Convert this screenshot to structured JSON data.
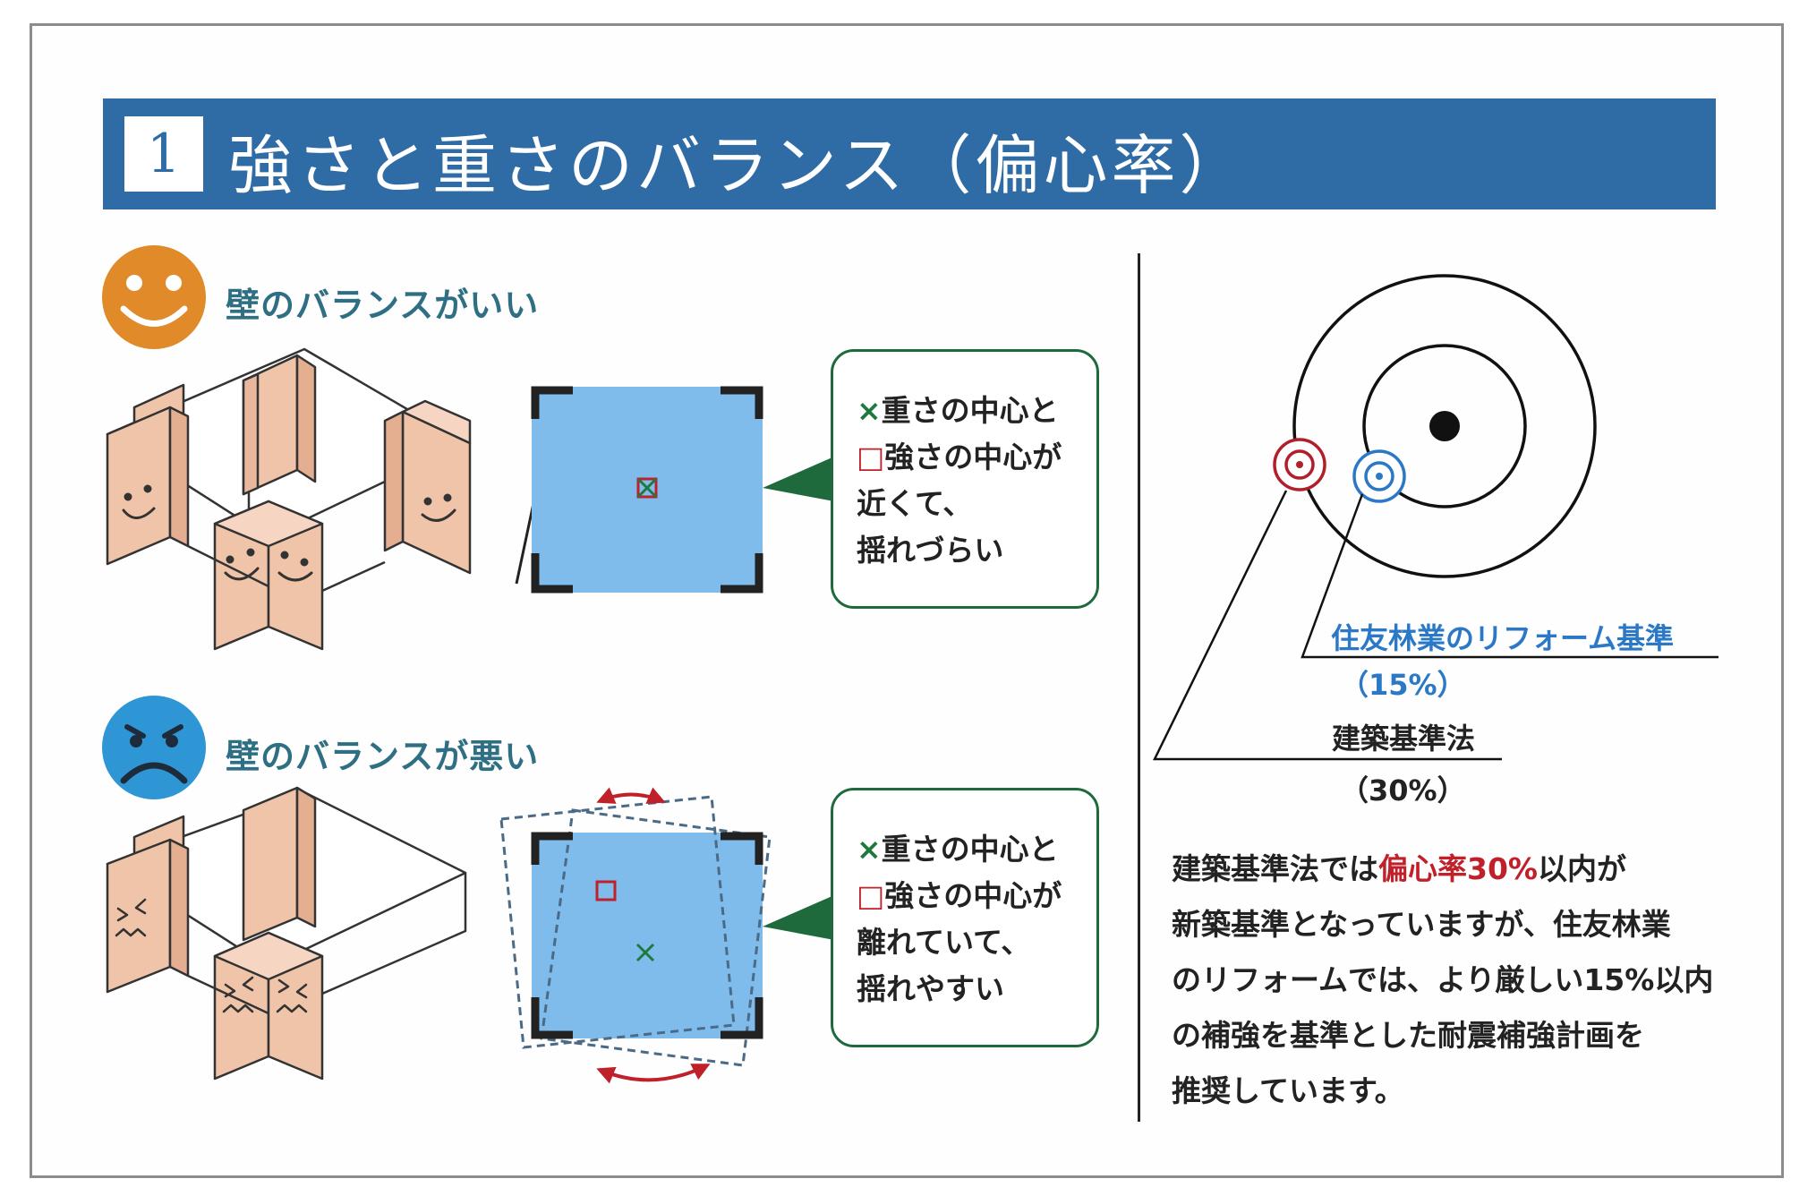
{
  "banner": {
    "number": "1",
    "title": "強さと重さのバランス（偏心率）"
  },
  "good": {
    "caption": "壁のバランスがいい",
    "callout": {
      "line1": "重さの中心と",
      "line2": "強さの中心が",
      "line3": "近くて、",
      "line4": "揺れづらい"
    }
  },
  "bad": {
    "caption": "壁のバランスが悪い",
    "callout": {
      "line1": "重さの中心と",
      "line2": "強さの中心が",
      "line3": "離れていて、",
      "line4": "揺れやすい"
    }
  },
  "markers": {
    "x": "×",
    "square": "□"
  },
  "target": {
    "blue_label": "住友林業のリフォーム基準",
    "blue_value": "（15%）",
    "black_label": "建築基準法",
    "black_value": "（30%）"
  },
  "paragraph": {
    "p1a": "建築基準法では",
    "p1b": "偏心率30%",
    "p1c": "以内が",
    "p2": "新築基準となっていますが、住友林業",
    "p3": "のリフォームでは、より厳しい15%以内",
    "p4": "の補強を基準とした耐震補強計画を",
    "p5": "推奨しています。"
  },
  "colors": {
    "banner": "#2f6ca6",
    "caption": "#2f6f83",
    "good_face": "#e08a2a",
    "bad_face": "#2f96d6",
    "wall": "#f0c4a8",
    "plan": "#7fbcec",
    "callout_border": "#1e6a3c",
    "red": "#c0202a",
    "blue": "#2a78c6"
  },
  "icons": [
    "smiley-icon",
    "frown-icon",
    "rotate-arrow-icon",
    "bullseye-icon"
  ]
}
